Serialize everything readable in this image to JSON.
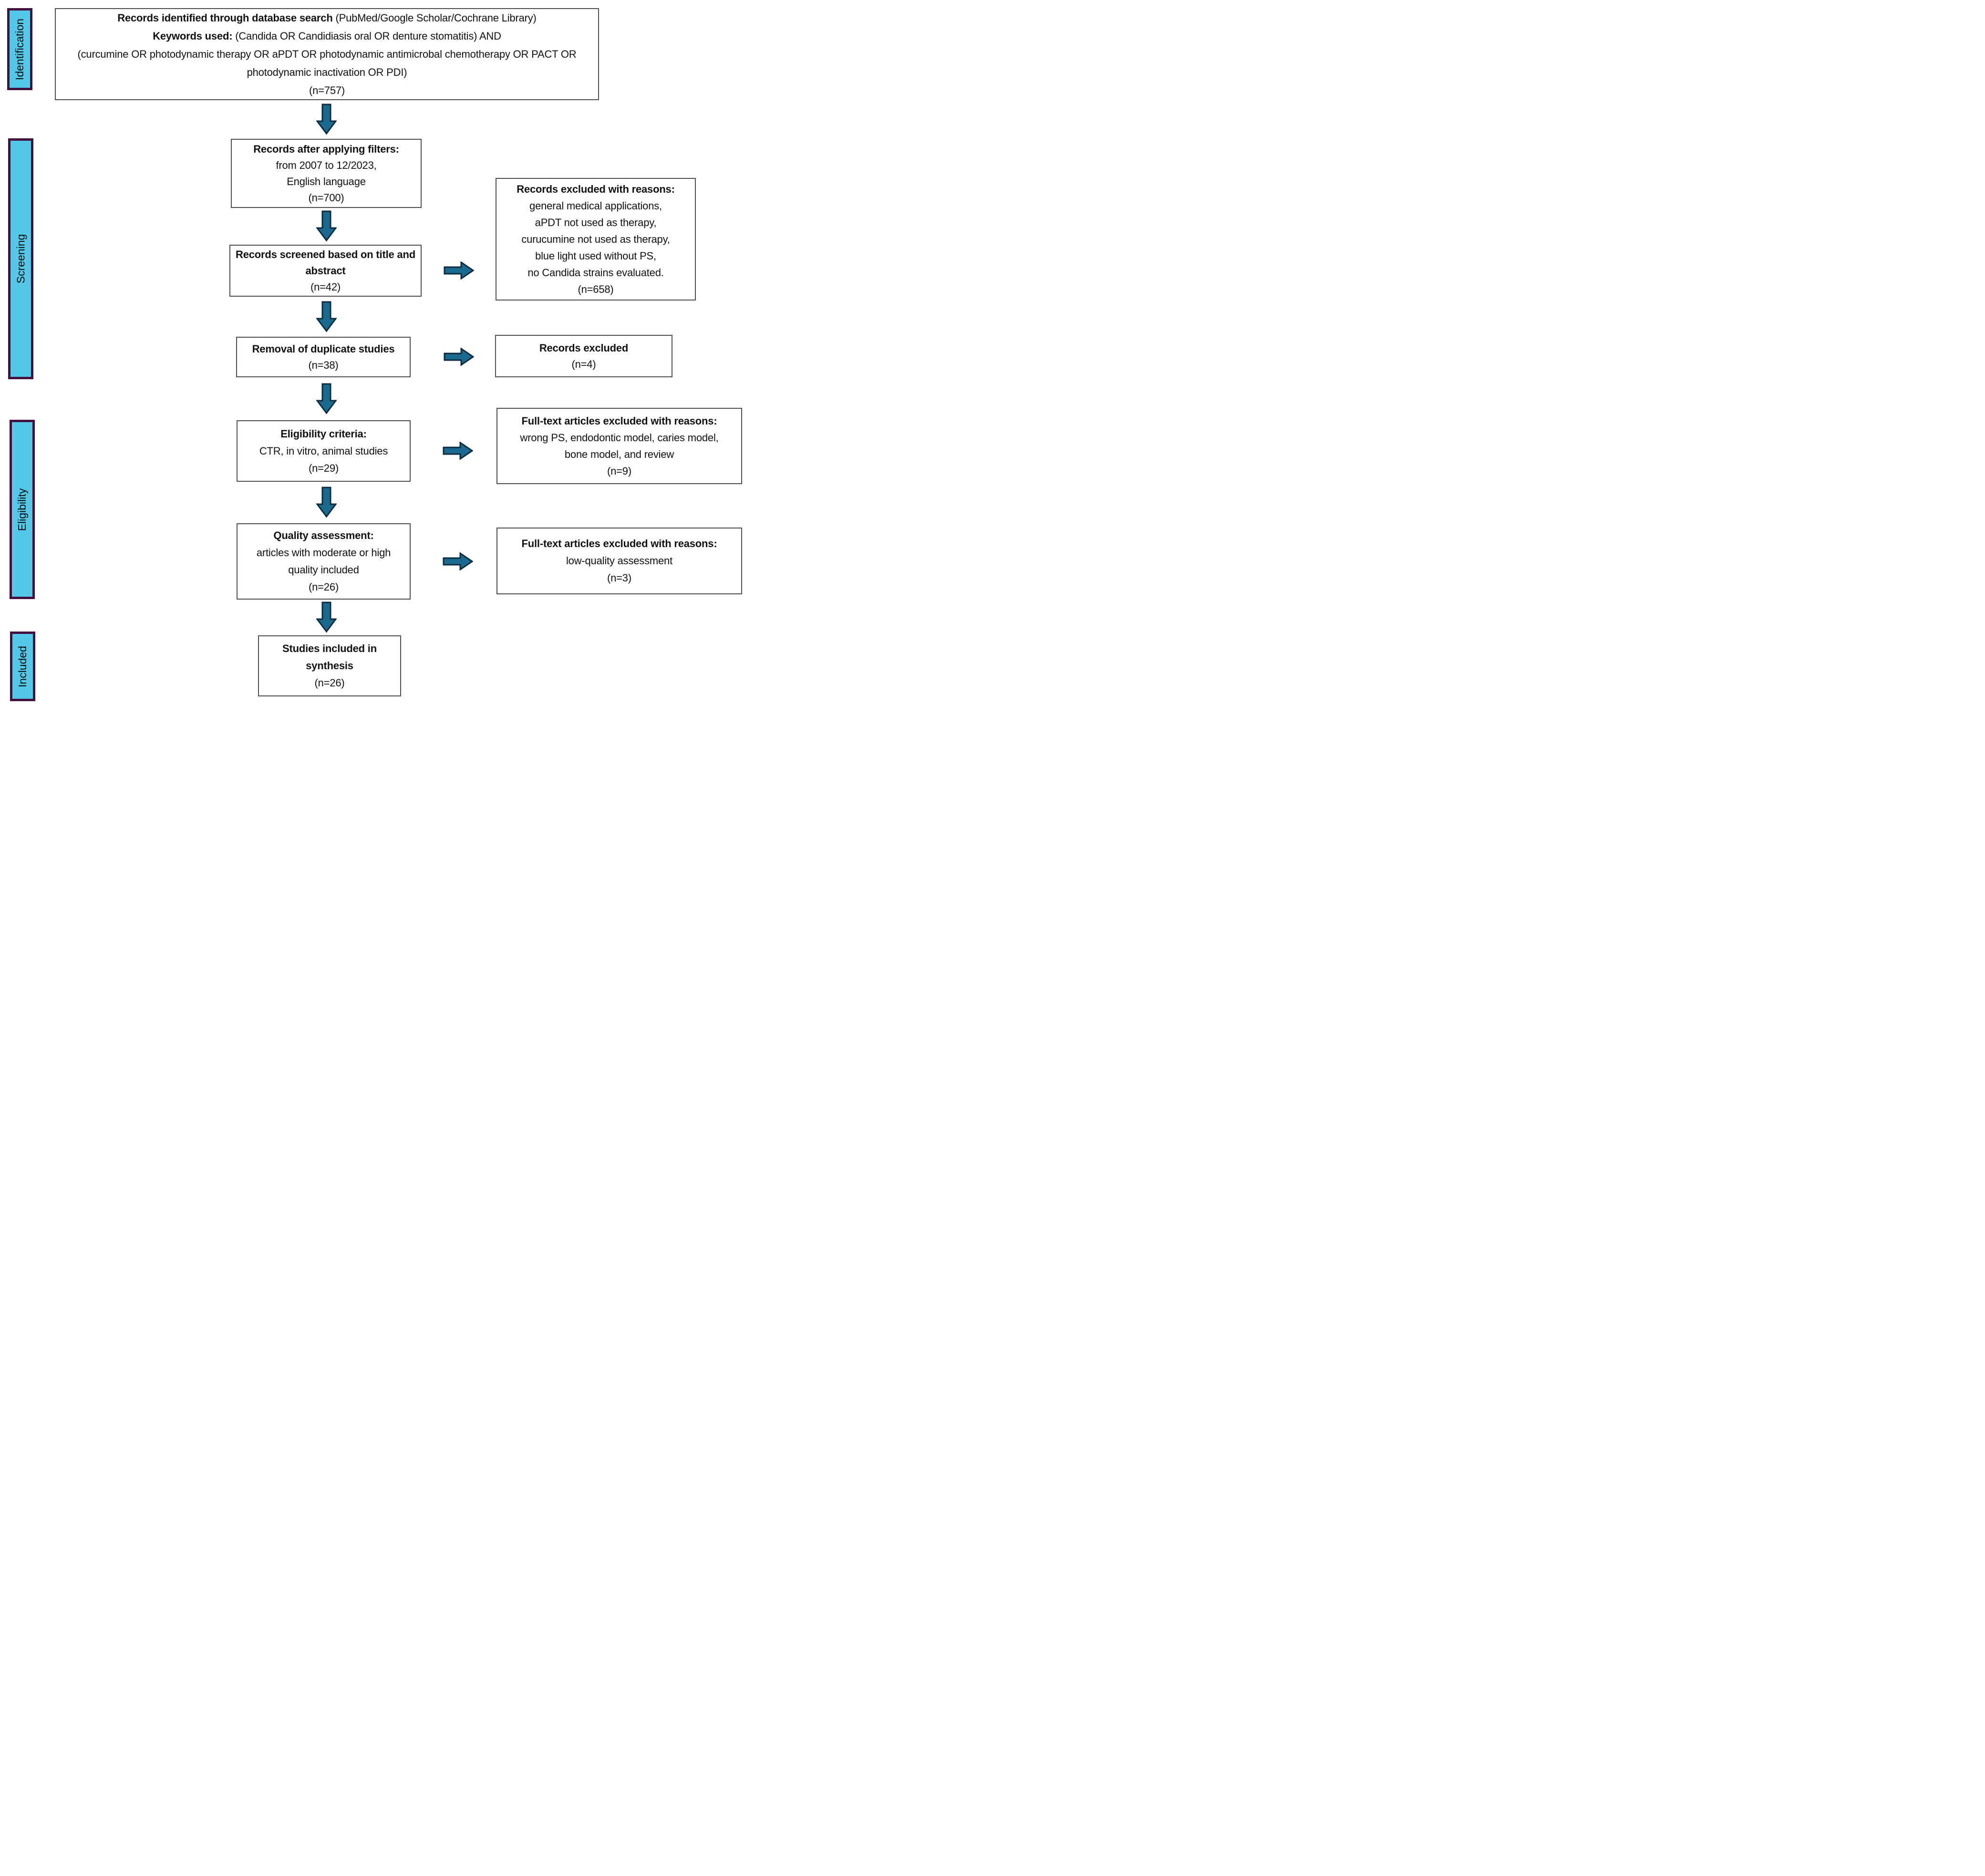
{
  "colors": {
    "stage-fill": "#55c7e7",
    "stage-border": "#451040",
    "arrow-fill": "#1a6a8f",
    "arrow-stroke": "#0d2c3f",
    "box-border": "#4f4f4f",
    "text-color": "#111111"
  },
  "stages": {
    "identification": "Identification",
    "screening": "Screening",
    "eligibility": "Eligibility",
    "included": "Included"
  },
  "boxes": {
    "identified": {
      "l1_bold": "Records identified through database search ",
      "l1_rest": "(PubMed/Google Scholar/Cochrane Library)",
      "l2_bold": "Keywords used: ",
      "l2_rest": "(Candida OR Candidiasis oral OR denture stomatitis) AND",
      "l3": "(curcumine OR photodynamic therapy OR aPDT OR photodynamic antimicrobal chemotherapy OR PACT OR",
      "l4": "photodynamic inactivation OR PDI)",
      "count": "(n=757)"
    },
    "filters": {
      "title": "Records after applying filters:",
      "l2": "from 2007 to 12/2023,",
      "l3": "English language",
      "count": "(n=700)"
    },
    "screened": {
      "title": "Records screened based on title and abstract",
      "count": "(n=42)"
    },
    "duplicates": {
      "title": "Removal of duplicate studies",
      "count": "(n=38)"
    },
    "criteria": {
      "title": "Eligibility criteria:",
      "l2": "CTR, in vitro, animal studies",
      "count": "(n=29)"
    },
    "quality": {
      "title": "Quality assessment:",
      "l2": "articles with moderate or high",
      "l3": "quality included",
      "count": "(n=26)"
    },
    "synthesis": {
      "title_l1": "Studies included in",
      "title_l2": "synthesis",
      "count": "(n=26)"
    }
  },
  "exclusions": {
    "reasons": {
      "title": "Records excluded with reasons:",
      "lines": [
        "general medical applications,",
        "aPDT not used as therapy,",
        "curucumine not used as therapy,",
        "blue light used without PS,",
        "no Candida strains evaluated."
      ],
      "count": "(n=658)"
    },
    "excluded": {
      "title": "Records excluded",
      "count": "(n=4)"
    },
    "fulltext1": {
      "title": "Full-text articles excluded with reasons:",
      "l2": "wrong PS, endodontic model, caries model,",
      "l3": "bone model, and review",
      "count": "(n=9)"
    },
    "fulltext2": {
      "title": "Full-text articles excluded with reasons:",
      "l2": "low-quality assessment",
      "count": "(n=3)"
    }
  }
}
